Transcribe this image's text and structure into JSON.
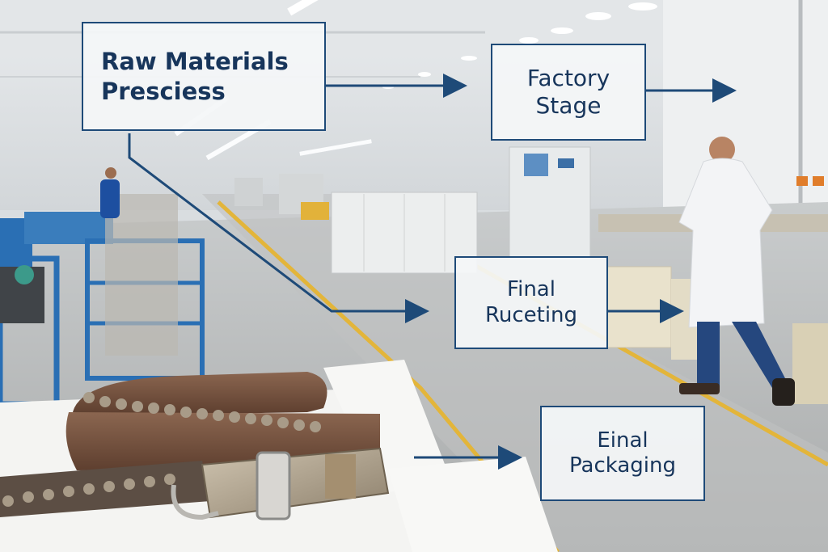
{
  "labels": {
    "raw_materials": {
      "line1": "Raw Materials",
      "line2": "Presciess"
    },
    "factory_stage": {
      "line1": "Factory",
      "line2": "Stage"
    },
    "final_ruceting": {
      "line1": "Final",
      "line2": "Ruceting"
    },
    "final_packaging": {
      "line1": "Einal",
      "line2": "Packaging"
    }
  },
  "colors": {
    "label_border": "#1e4a78",
    "label_text": "#17355b",
    "arrow": "#1e4a78",
    "floor_stripe": "#e3b53a",
    "belt_leather": "#7a5540",
    "buckle_metal": "#a89a84"
  }
}
